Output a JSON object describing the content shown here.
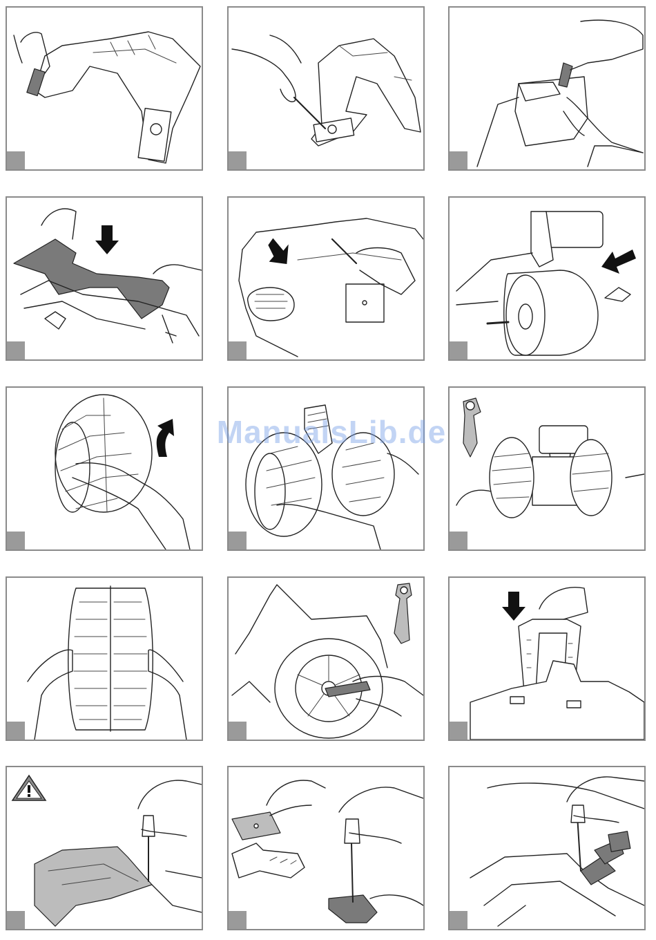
{
  "watermark": "ManualsLib.de",
  "colors": {
    "panel_border": "#8a8a8a",
    "step_tab": "#9a9a9a",
    "watermark": "#78a0e6"
  },
  "panels": [
    {
      "id": 1,
      "icon": "remove-seat-panel-illustration"
    },
    {
      "id": 2,
      "icon": "unscrew-cover-illustration"
    },
    {
      "id": 3,
      "icon": "lift-cover-illustration"
    },
    {
      "id": 4,
      "icon": "insert-frame-down-illustration"
    },
    {
      "id": 5,
      "icon": "screwdriver-body-illustration"
    },
    {
      "id": 6,
      "icon": "insert-axle-battery-illustration"
    },
    {
      "id": 7,
      "icon": "rotate-wheel-illustration"
    },
    {
      "id": 8,
      "icon": "fit-wheel-illustration"
    },
    {
      "id": 9,
      "icon": "wheels-on-axle-wrench-illustration"
    },
    {
      "id": 10,
      "icon": "hold-tire-illustration"
    },
    {
      "id": 11,
      "icon": "tighten-wheel-nut-illustration"
    },
    {
      "id": 12,
      "icon": "insert-handle-down-illustration"
    },
    {
      "id": 13,
      "icon": "warning-screw-seat-illustration"
    },
    {
      "id": 14,
      "icon": "screw-parts-illustration"
    },
    {
      "id": 15,
      "icon": "screw-back-part-illustration"
    }
  ]
}
